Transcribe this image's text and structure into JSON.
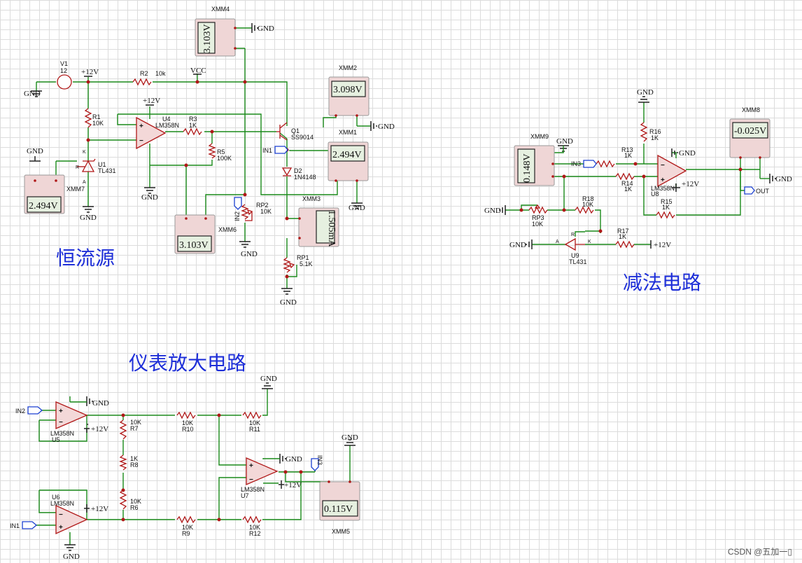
{
  "titles": {
    "constant_current": "恒流源",
    "subtractor": "减法电路",
    "instrument_amp": "仪表放大电路"
  },
  "meters": {
    "XMM4": {
      "name": "XMM4",
      "value": "3.103V"
    },
    "XMM2": {
      "name": "XMM2",
      "value": "3.098V"
    },
    "XMM1": {
      "name": "XMM1",
      "value": "2.494V"
    },
    "XMM7": {
      "name": "XMM7",
      "value": "2.494V"
    },
    "XMM6": {
      "name": "XMM6",
      "value": "3.103V"
    },
    "XMM3": {
      "name": "XMM3",
      "value": "1.505mA"
    },
    "XMM8": {
      "name": "XMM8",
      "value": "-0.025V"
    },
    "XMM9": {
      "name": "XMM9",
      "value": "0.148V"
    },
    "XMM5": {
      "name": "XMM5",
      "value": "0.115V"
    }
  },
  "components": {
    "V1": {
      "ref": "V1",
      "val": "12"
    },
    "R1": {
      "ref": "R1",
      "val": "10K"
    },
    "R2": {
      "ref": "R2",
      "val": "10k"
    },
    "R3": {
      "ref": "R3",
      "val": "1K"
    },
    "R5": {
      "ref": "R5",
      "val": "100K"
    },
    "RP1": {
      "ref": "RP1",
      "val": "5.1K"
    },
    "RP2": {
      "ref": "RP2",
      "val": "10K"
    },
    "U1": {
      "ref": "U1",
      "val": "TL431"
    },
    "U4": {
      "ref": "U4",
      "val": "LM358N"
    },
    "Q1": {
      "ref": "Q1",
      "val": "SS9014"
    },
    "D2": {
      "ref": "D2",
      "val": "1N4148"
    },
    "R13": {
      "ref": "R13",
      "val": "1K"
    },
    "R14": {
      "ref": "R14",
      "val": "1K"
    },
    "R15": {
      "ref": "R15",
      "val": "1K"
    },
    "R16": {
      "ref": "R16",
      "val": "1K"
    },
    "R17": {
      "ref": "R17",
      "val": "1K"
    },
    "R18": {
      "ref": "R18",
      "val": "10K"
    },
    "RP3": {
      "ref": "RP3",
      "val": "10K"
    },
    "U8": {
      "ref": "U8",
      "val": "LM358N"
    },
    "U9": {
      "ref": "U9",
      "val": "TL431"
    },
    "R7": {
      "ref": "R7",
      "val": "10K"
    },
    "R8": {
      "ref": "R8",
      "val": "1K"
    },
    "R6": {
      "ref": "R6",
      "val": "10K"
    },
    "R9": {
      "ref": "R9",
      "val": "10K"
    },
    "R10": {
      "ref": "R10",
      "val": "10K"
    },
    "R11": {
      "ref": "R11",
      "val": "10K"
    },
    "R12": {
      "ref": "R12",
      "val": "10K"
    },
    "U5": {
      "ref": "U5",
      "val": "LM358N"
    },
    "U6": {
      "ref": "U6",
      "val": "LM358N"
    },
    "U7": {
      "ref": "U7",
      "val": "LM358N"
    }
  },
  "labels": {
    "gnd": "GND",
    "plus12": "+12V",
    "vcc": "VCC",
    "in1": "IN1",
    "in2": "IN2",
    "in3": "IN3",
    "out": "OUT",
    "pin_k": "K",
    "pin_r": "R",
    "pin_a": "A"
  },
  "watermark": "CSDN @五加一▯"
}
